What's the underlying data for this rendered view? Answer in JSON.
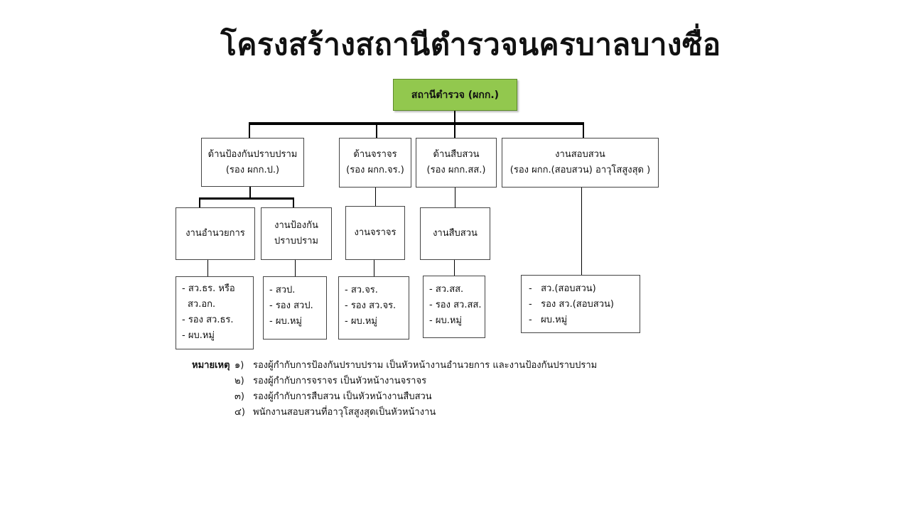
{
  "title": "โครงสร้างสถานีตำรวจนครบาลบางซื่อ",
  "root": {
    "label": "สถานีตำรวจ (ผกก.)"
  },
  "level1": [
    {
      "line1": "ด้านป้องกันปราบปราม",
      "line2": "(รอง ผกก.ป.)"
    },
    {
      "line1": "ด้านจราจร",
      "line2": "(รอง ผกก.จร.)"
    },
    {
      "line1": "ด้านสืบสวน",
      "line2": "(รอง ผกก.สส.)"
    },
    {
      "line1": "งานสอบสวน",
      "line2": "(รอง ผกก.(สอบสวน) อาวุโสสูงสุด )"
    }
  ],
  "level2": [
    {
      "line1": "งานอำนวยการ",
      "line2": ""
    },
    {
      "line1": "งานป้องกัน",
      "line2": "ปราบปราม"
    },
    {
      "line1": "งานจราจร",
      "line2": ""
    },
    {
      "line1": "งานสืบสวน",
      "line2": ""
    }
  ],
  "staff": [
    {
      "items": [
        "- สว.ธร. หรือ",
        "   สว.อก.",
        "- รอง สว.ธร.",
        "- ผบ.หมู่"
      ]
    },
    {
      "items": [
        "- สวป.",
        "- รอง สวป.",
        "- ผบ.หมู่"
      ]
    },
    {
      "items": [
        "- สว.จร.",
        "- รอง สว.จร.",
        "- ผบ.หมู่"
      ]
    },
    {
      "items": [
        "- สว.สส.",
        "- รอง สว.สส.",
        "- ผบ.หมู่"
      ]
    },
    {
      "items": [
        "-   สว.(สอบสวน)",
        "-   รอง สว.(สอบสวน)",
        "-   ผบ.หมู่"
      ]
    }
  ],
  "notes": {
    "label": "หมายเหตุ",
    "items": [
      {
        "num": "๑)",
        "text": "รองผู้กำกับการป้องกันปราบปราม เป็นหัวหน้างานอำนวยการ และงานป้องกันปราบปราม"
      },
      {
        "num": "๒)",
        "text": "รองผู้กำกับการจราจร เป็นหัวหน้างานจราจร"
      },
      {
        "num": "๓)",
        "text": "รองผู้กำกับการสืบสวน เป็นหัวหน้างานสืบสวน"
      },
      {
        "num": "๔)",
        "text": "พนักงานสอบสวนที่อาวุโสสูงสุดเป็นหัวหน้างาน"
      }
    ]
  },
  "colors": {
    "root_fill": "#92c84e",
    "line": "#000000",
    "border": "#444444"
  }
}
